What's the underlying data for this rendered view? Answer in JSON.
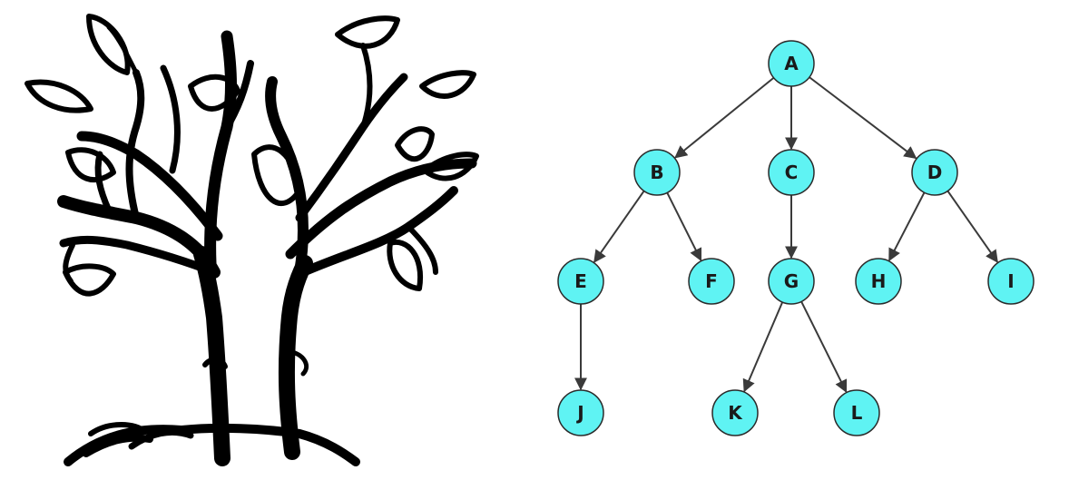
{
  "colors": {
    "node_fill": "#5ff3f3",
    "node_stroke": "#2a2a2a",
    "edge": "#3a3a3a",
    "ink": "#000000",
    "background": "#ffffff"
  },
  "illustration": {
    "subject": "tree-drawing"
  },
  "tree": {
    "nodes": [
      {
        "id": "A",
        "label": "A"
      },
      {
        "id": "B",
        "label": "B"
      },
      {
        "id": "C",
        "label": "C"
      },
      {
        "id": "D",
        "label": "D"
      },
      {
        "id": "E",
        "label": "E"
      },
      {
        "id": "F",
        "label": "F"
      },
      {
        "id": "G",
        "label": "G"
      },
      {
        "id": "H",
        "label": "H"
      },
      {
        "id": "I",
        "label": "I"
      },
      {
        "id": "J",
        "label": "J"
      },
      {
        "id": "K",
        "label": "K"
      },
      {
        "id": "L",
        "label": "L"
      }
    ],
    "edges": [
      [
        "A",
        "B"
      ],
      [
        "A",
        "C"
      ],
      [
        "A",
        "D"
      ],
      [
        "B",
        "E"
      ],
      [
        "B",
        "F"
      ],
      [
        "C",
        "G"
      ],
      [
        "D",
        "H"
      ],
      [
        "D",
        "I"
      ],
      [
        "E",
        "J"
      ],
      [
        "G",
        "K"
      ],
      [
        "G",
        "L"
      ]
    ]
  }
}
